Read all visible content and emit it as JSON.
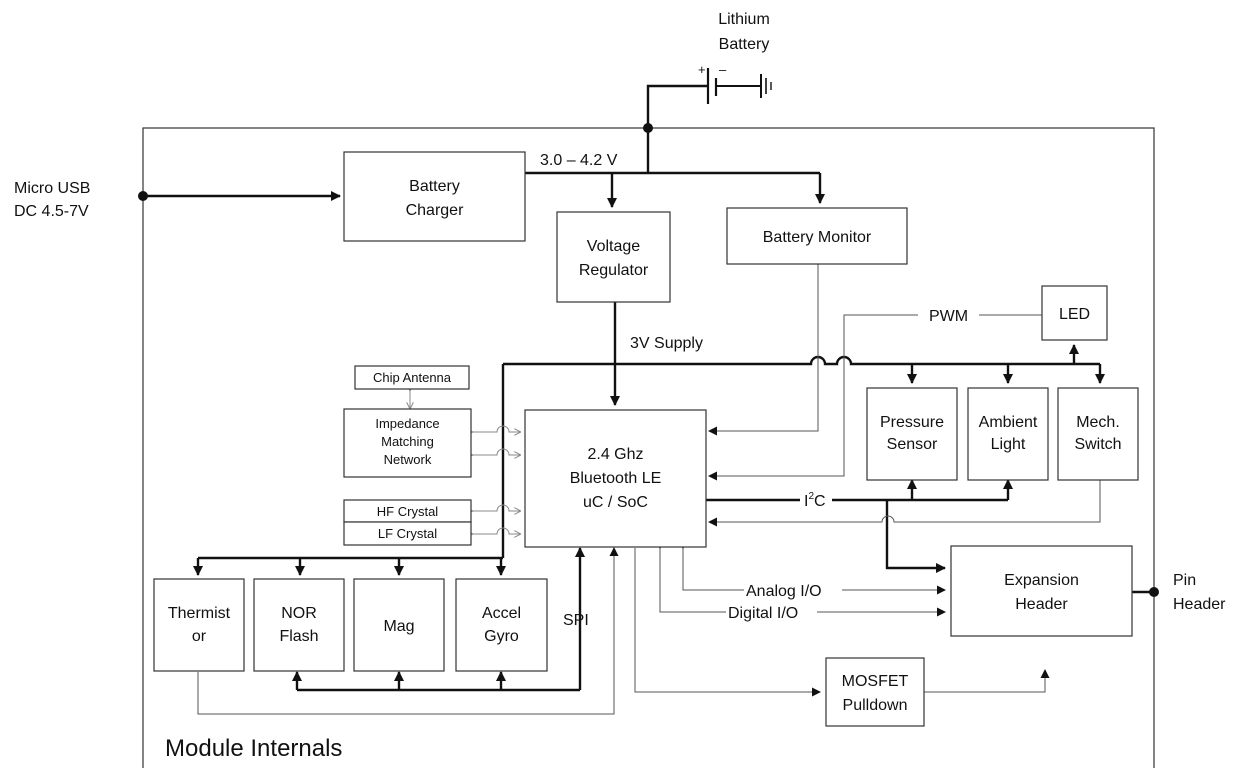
{
  "labels": {
    "battery": [
      "Lithium",
      "Battery"
    ],
    "usb": [
      "Micro USB",
      "DC 4.5-7V"
    ],
    "pin": [
      "Pin",
      "Header"
    ],
    "vbat": "3.0 – 4.2 V",
    "supply": "3V Supply",
    "pwm": "PWM",
    "i2c_i": "I",
    "i2c_sup": "2",
    "i2c_c": "C",
    "spi": "SPI",
    "analog": "Analog I/O",
    "digital": "Digital I/O",
    "internals": "Module Internals",
    "batt_plus": "+",
    "batt_minus": "–"
  },
  "blocks": {
    "charger": [
      "Battery",
      "Charger"
    ],
    "regulator": [
      "Voltage",
      "Regulator"
    ],
    "monitor": [
      "Battery Monitor"
    ],
    "led": [
      "LED"
    ],
    "pressure": [
      "Pressure",
      "Sensor"
    ],
    "ambient": [
      "Ambient",
      "Light"
    ],
    "mech": [
      "Mech.",
      "Switch"
    ],
    "soc": [
      "2.4 Ghz",
      "Bluetooth LE",
      "uC / SoC"
    ],
    "antenna": [
      "Chip Antenna"
    ],
    "impedance": [
      "Impedance",
      "Matching",
      "Network"
    ],
    "hf": [
      "HF Crystal"
    ],
    "lf": [
      "LF Crystal"
    ],
    "thermistor": [
      "Thermist",
      "or"
    ],
    "nor": [
      "NOR",
      "Flash"
    ],
    "mag": [
      "Mag"
    ],
    "accel": [
      "Accel",
      "Gyro"
    ],
    "expansion": [
      "Expansion",
      "Header"
    ],
    "mosfet": [
      "MOSFET",
      "Pulldown"
    ]
  }
}
